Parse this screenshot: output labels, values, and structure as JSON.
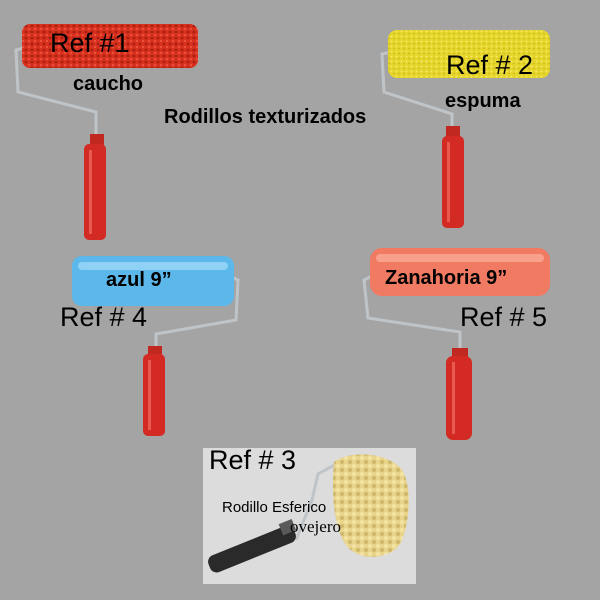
{
  "title": "Rodillos texturizados",
  "items": [
    {
      "ref": "Ref #1",
      "label": "caucho",
      "roller_color": "#d8321f",
      "handle_color": "#d42a24"
    },
    {
      "ref": "Ref # 2",
      "label": "espuma",
      "roller_color": "#e6d52a",
      "handle_color": "#d42a24"
    },
    {
      "ref": "Ref # 4",
      "label": "azul 9”",
      "roller_color": "#5cb8ea",
      "handle_color": "#d42a24"
    },
    {
      "ref": "Ref # 5",
      "label": "Zanahoria 9”",
      "roller_color": "#f07a62",
      "handle_color": "#d42a24"
    },
    {
      "ref": "Ref # 3",
      "label": "Rodillo Esferico",
      "sublabel": "ovejero",
      "roller_color": "#e8d48a",
      "handle_color": "#2a2a2a"
    }
  ],
  "colors": {
    "background": "#a4a4a4",
    "photo_background": "#dcdcdc"
  }
}
